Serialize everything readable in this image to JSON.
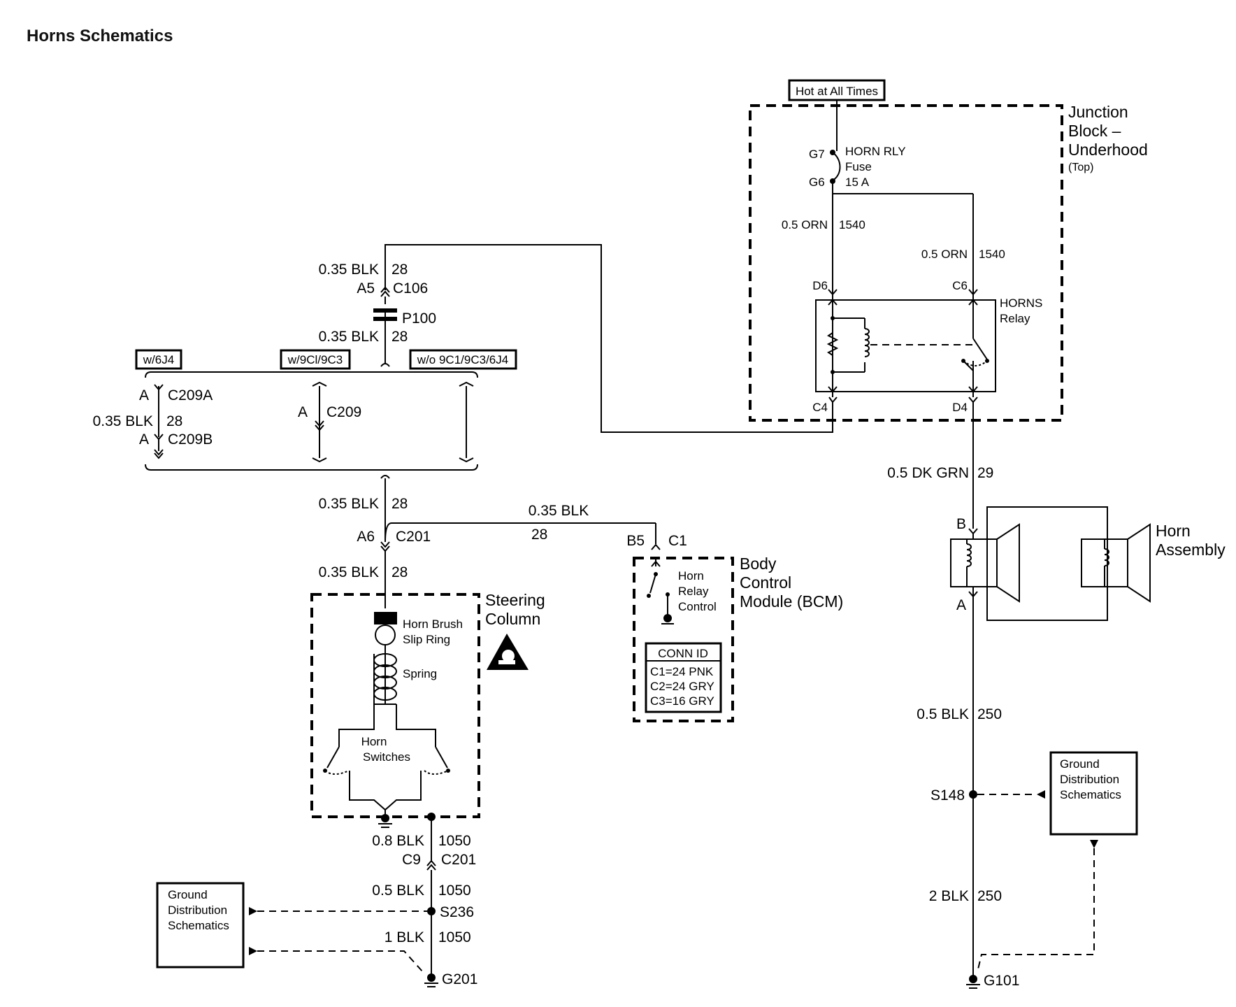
{
  "title": "Horns Schematics",
  "source": {
    "hot_label": "Hot at All Times",
    "junction_block": [
      "Junction",
      "Block –",
      "Underhood"
    ],
    "junction_block_note": "(Top)",
    "fuse_pin_in": "G7",
    "fuse_pin_out": "G6",
    "fuse_name": [
      "HORN RLY",
      "Fuse",
      "15 A"
    ],
    "relay_name": [
      "HORNS",
      "Relay"
    ],
    "relay_pins": {
      "d6": "D6",
      "c6": "C6",
      "c4": "C4",
      "d4": "D4"
    },
    "wire_to_d6": {
      "gauge": "0.5 ORN",
      "circuit": "1540"
    },
    "wire_to_c6": {
      "gauge": "0.5 ORN",
      "circuit": "1540"
    }
  },
  "column": {
    "c106": {
      "gauge": "0.35 BLK",
      "circuit": "28",
      "pin": "A5",
      "connector": "C106"
    },
    "p100": "P100",
    "below_p100": {
      "gauge": "0.35 BLK",
      "circuit": "28"
    },
    "options": [
      "w/6J4",
      "w/9Cl/9C3",
      "w/o 9C1/9C3/6J4"
    ],
    "c209a": {
      "pin": "A",
      "connector": "C209A"
    },
    "c209a_wire": {
      "gauge": "0.35 BLK",
      "circuit": "28"
    },
    "c209b": {
      "pin": "A",
      "connector": "C209B"
    },
    "c209": {
      "pin": "A",
      "connector": "C209"
    },
    "wire_above_c201": {
      "gauge": "0.35 BLK",
      "circuit": "28"
    },
    "c201": {
      "pin": "A6",
      "connector": "C201"
    },
    "wire_below_c201": {
      "gauge": "0.35 BLK",
      "circuit": "28"
    }
  },
  "steering_column": {
    "title": [
      "Steering",
      "Column"
    ],
    "brush": [
      "Horn Brush",
      "Slip Ring"
    ],
    "spring": "Spring",
    "switches": [
      "Horn",
      "Switches"
    ]
  },
  "bcm": {
    "wire": {
      "gauge": "0.35 BLK",
      "circuit": "28"
    },
    "pin": "B5",
    "connector": "C1",
    "title": [
      "Body",
      "Control",
      "Module (BCM)"
    ],
    "relay_control": [
      "Horn",
      "Relay",
      "Control"
    ],
    "conn_id_title": "CONN ID",
    "conn_ids": [
      "C1=24 PNK",
      "C2=24 GRY",
      "C3=16 GRY"
    ]
  },
  "ground_left": {
    "wire1": {
      "gauge": "0.8 BLK",
      "circuit": "1050"
    },
    "pin": "C9",
    "connector": "C201",
    "wire2": {
      "gauge": "0.5 BLK",
      "circuit": "1050"
    },
    "splice": "S236",
    "wire3": {
      "gauge": "1 BLK",
      "circuit": "1050"
    },
    "ground": "G201",
    "gds": [
      "Ground",
      "Distribution",
      "Schematics"
    ]
  },
  "horn": {
    "wire_in": {
      "gauge": "0.5 DK GRN",
      "circuit": "29"
    },
    "pin_b": "B",
    "pin_a": "A",
    "title": [
      "Horn",
      "Assembly"
    ],
    "wire_out": {
      "gauge": "0.5 BLK",
      "circuit": "250"
    },
    "splice": "S148",
    "wire_gnd": {
      "gauge": "2 BLK",
      "circuit": "250"
    },
    "ground": "G101",
    "gds": [
      "Ground",
      "Distribution",
      "Schematics"
    ]
  }
}
